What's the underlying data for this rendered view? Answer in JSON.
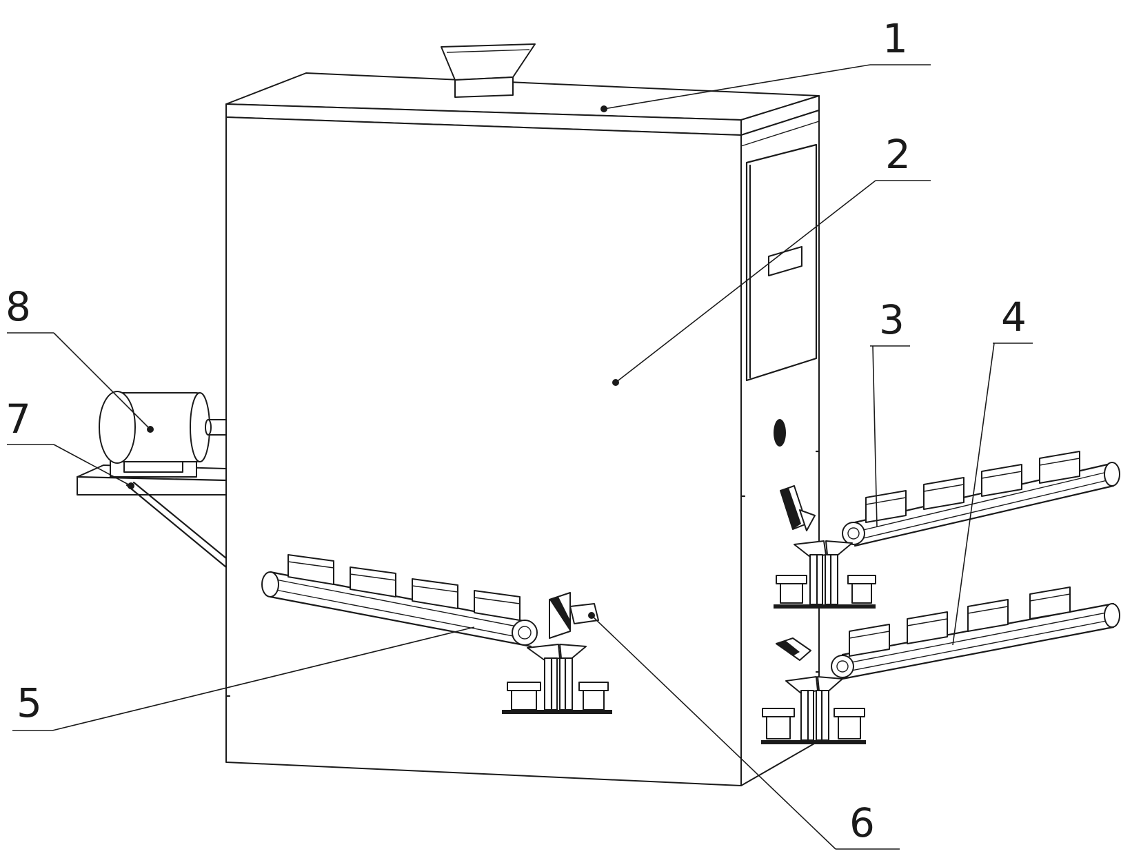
{
  "figure": {
    "callouts": [
      {
        "id": "c1",
        "label": "1"
      },
      {
        "id": "c2",
        "label": "2"
      },
      {
        "id": "c3",
        "label": "3"
      },
      {
        "id": "c4",
        "label": "4"
      },
      {
        "id": "c5",
        "label": "5"
      },
      {
        "id": "c6",
        "label": "6"
      },
      {
        "id": "c7",
        "label": "7"
      },
      {
        "id": "c8",
        "label": "8"
      }
    ]
  }
}
